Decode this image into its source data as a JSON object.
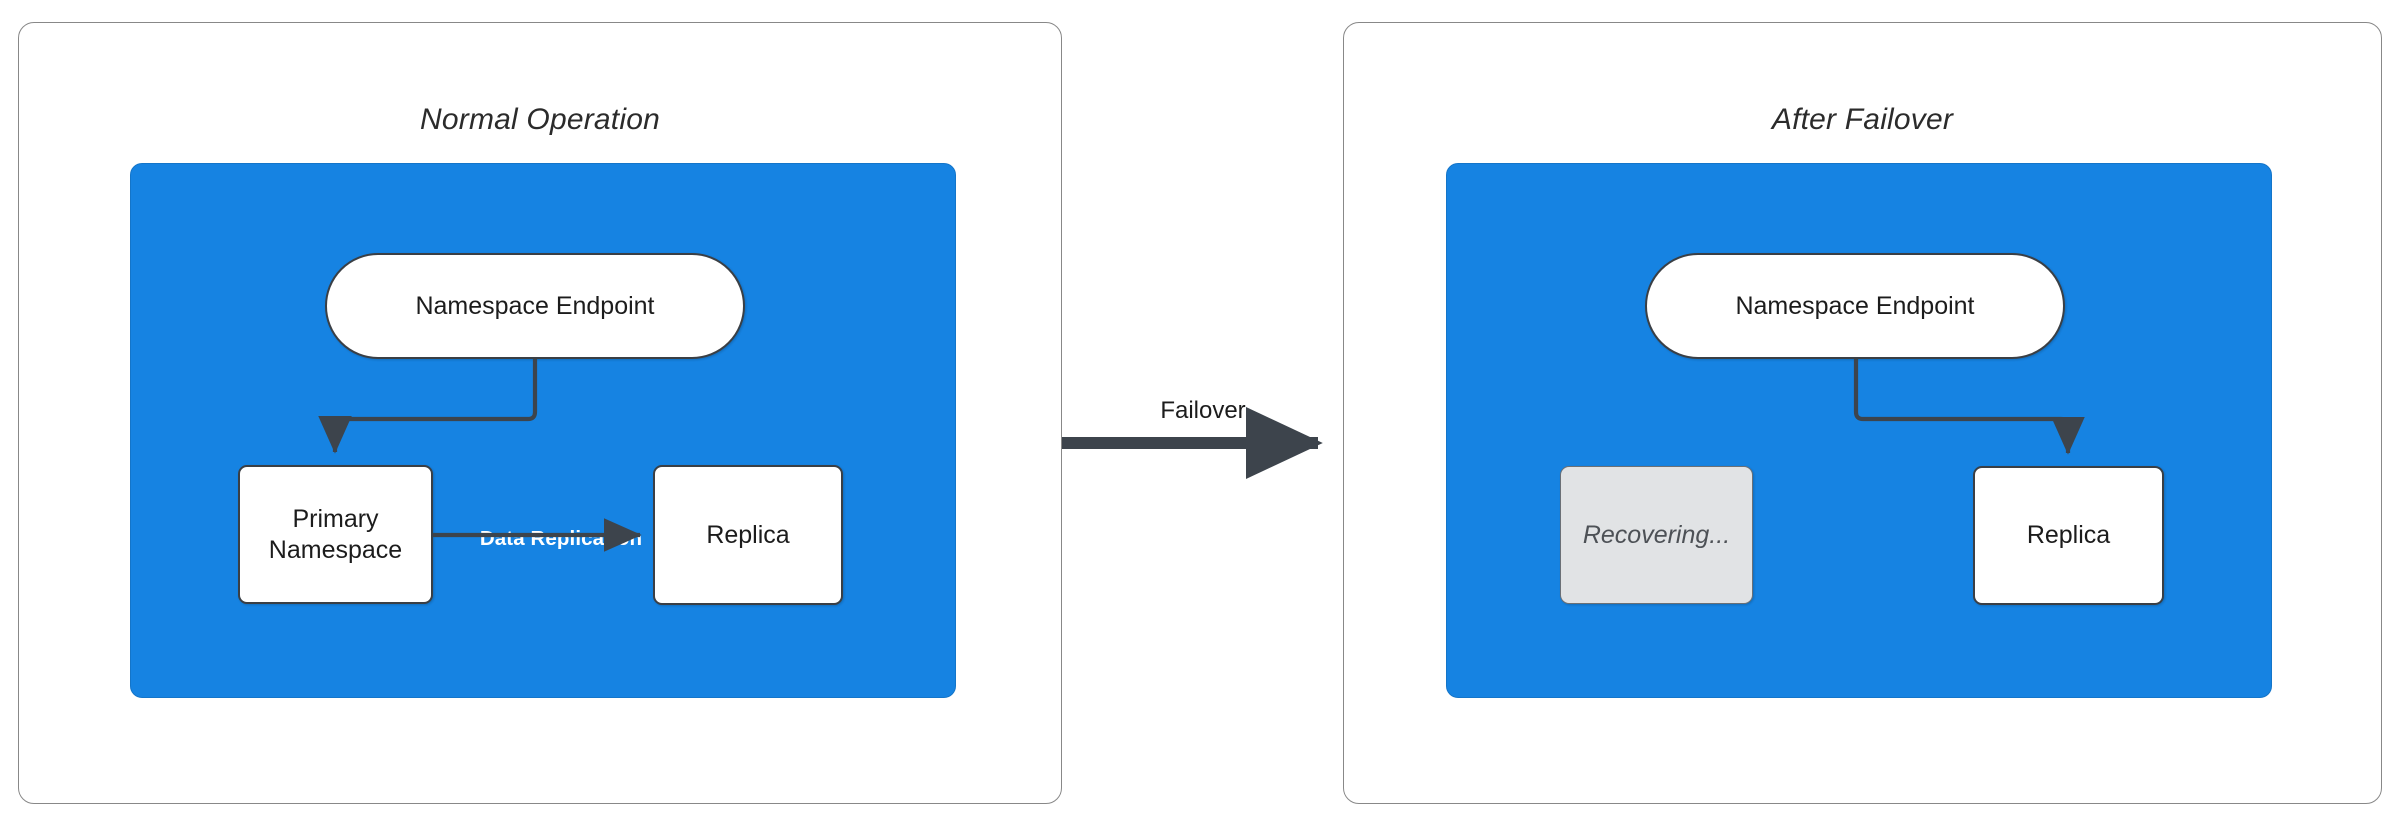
{
  "diagram": {
    "title_normal": "Normal Operation",
    "title_failover": "After Failover",
    "transition_label": "Failover",
    "colors": {
      "zone_blue": "#1683e2",
      "panel_border": "#888888",
      "node_border": "#3a3f45",
      "node_fill": "#ffffff",
      "recovering_fill": "#e1e3e5",
      "recovering_text": "#4d5156",
      "arrow": "#3d444c",
      "replication_label": "#ffffff"
    }
  },
  "panels": [
    {
      "id": "normal-operation",
      "title": "Normal Operation",
      "nodes": {
        "endpoint": "Namespace Endpoint",
        "primary": "Primary\nNamespace",
        "primary_line1": "Primary",
        "primary_line2": "Namespace",
        "replica": "Replica"
      },
      "edges": [
        {
          "from": "Namespace Endpoint",
          "to": "Primary Namespace",
          "label": ""
        },
        {
          "from": "Primary Namespace",
          "to": "Replica",
          "label": "Data Replication"
        }
      ]
    },
    {
      "id": "after-failover",
      "title": "After Failover",
      "nodes": {
        "endpoint": "Namespace Endpoint",
        "recovering": "Recovering...",
        "replica": "Replica"
      },
      "edges": [
        {
          "from": "Namespace Endpoint",
          "to": "Replica",
          "label": ""
        }
      ]
    }
  ],
  "labels": {
    "data_replication": "Data Replication",
    "failover": "Failover"
  }
}
